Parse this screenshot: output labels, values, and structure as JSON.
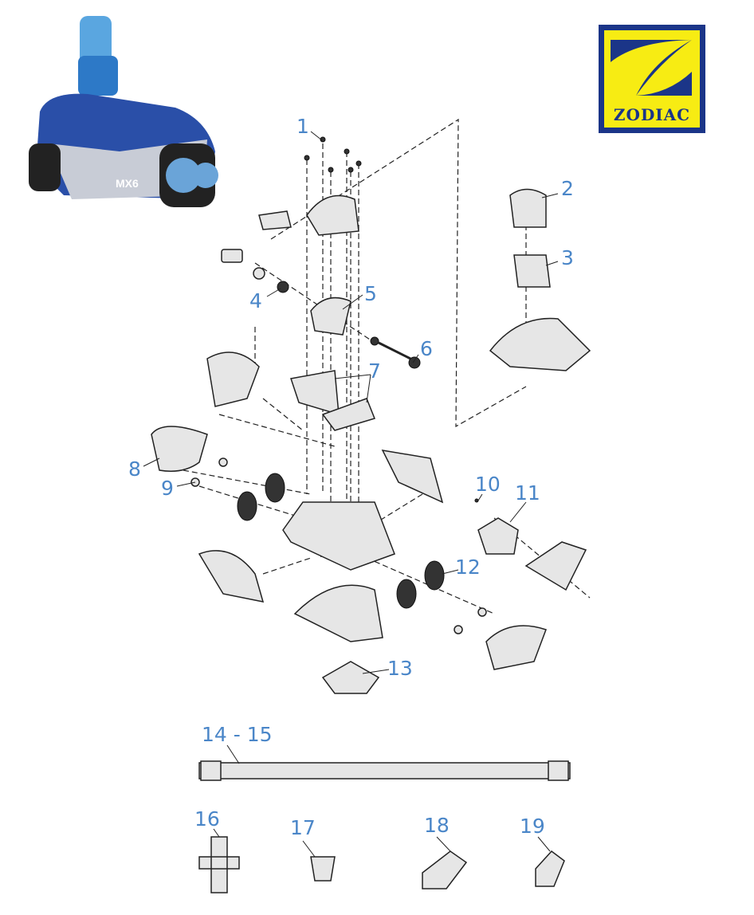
{
  "brand": {
    "name": "ZODIAC",
    "model_badge": "MX6"
  },
  "colors": {
    "label": "#4a86c8",
    "logo_blue": "#1b3588",
    "logo_yellow": "#f7ec13",
    "robot_blue": "#2a4fa8"
  },
  "labels": {
    "p1": "1",
    "p2": "2",
    "p3": "3",
    "p4": "4",
    "p5": "5",
    "p6": "6",
    "p7": "7",
    "p8": "8",
    "p9": "9",
    "p10": "10",
    "p11": "11",
    "p12": "12",
    "p13": "13",
    "p14_15": "14 - 15",
    "p16": "16",
    "p17": "17",
    "p18": "18",
    "p19": "19"
  }
}
